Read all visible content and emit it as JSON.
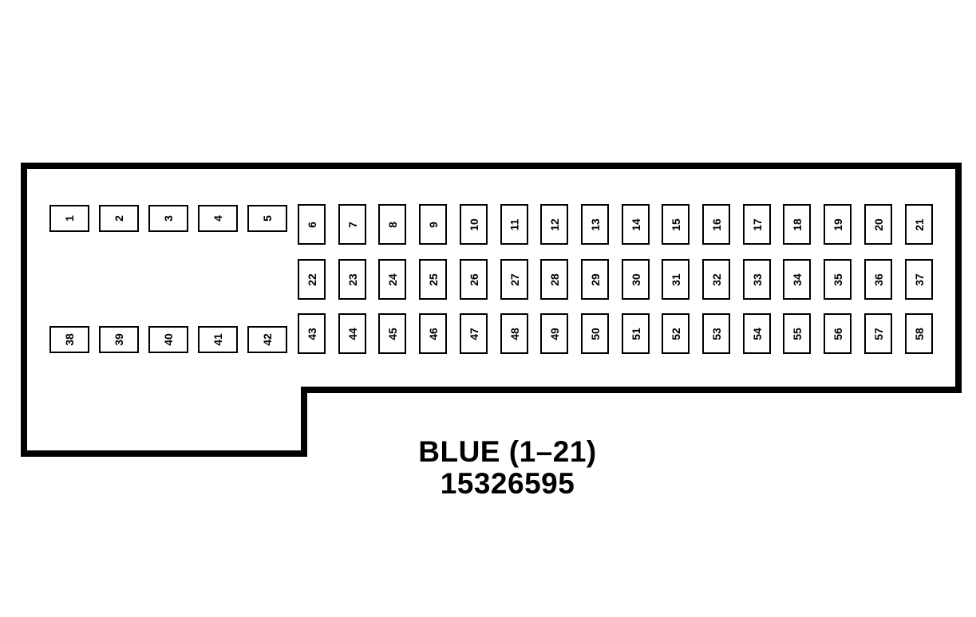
{
  "page": {
    "background_color": "#ffffff",
    "ink_color": "#000000"
  },
  "connector": {
    "caption": {
      "line1": "BLUE (1–21)",
      "line2": "15326595"
    },
    "outline_color": "#000000",
    "fill_color": "#ffffff"
  },
  "pin_groups": {
    "top_horizontal": {
      "numbers": [
        "1",
        "2",
        "3",
        "4",
        "5"
      ]
    },
    "top_vertical": {
      "numbers": [
        "6",
        "7",
        "8",
        "9",
        "10",
        "11",
        "12",
        "13",
        "14",
        "15",
        "16",
        "17",
        "18",
        "19",
        "20",
        "21"
      ]
    },
    "middle_vertical": {
      "numbers": [
        "22",
        "23",
        "24",
        "25",
        "26",
        "27",
        "28",
        "29",
        "30",
        "31",
        "32",
        "33",
        "34",
        "35",
        "36",
        "37"
      ]
    },
    "bottom_horizontal": {
      "numbers": [
        "38",
        "39",
        "40",
        "41",
        "42"
      ]
    },
    "bottom_vertical": {
      "numbers": [
        "43",
        "44",
        "45",
        "46",
        "47",
        "48",
        "49",
        "50",
        "51",
        "52",
        "53",
        "54",
        "55",
        "56",
        "57",
        "58"
      ]
    }
  }
}
